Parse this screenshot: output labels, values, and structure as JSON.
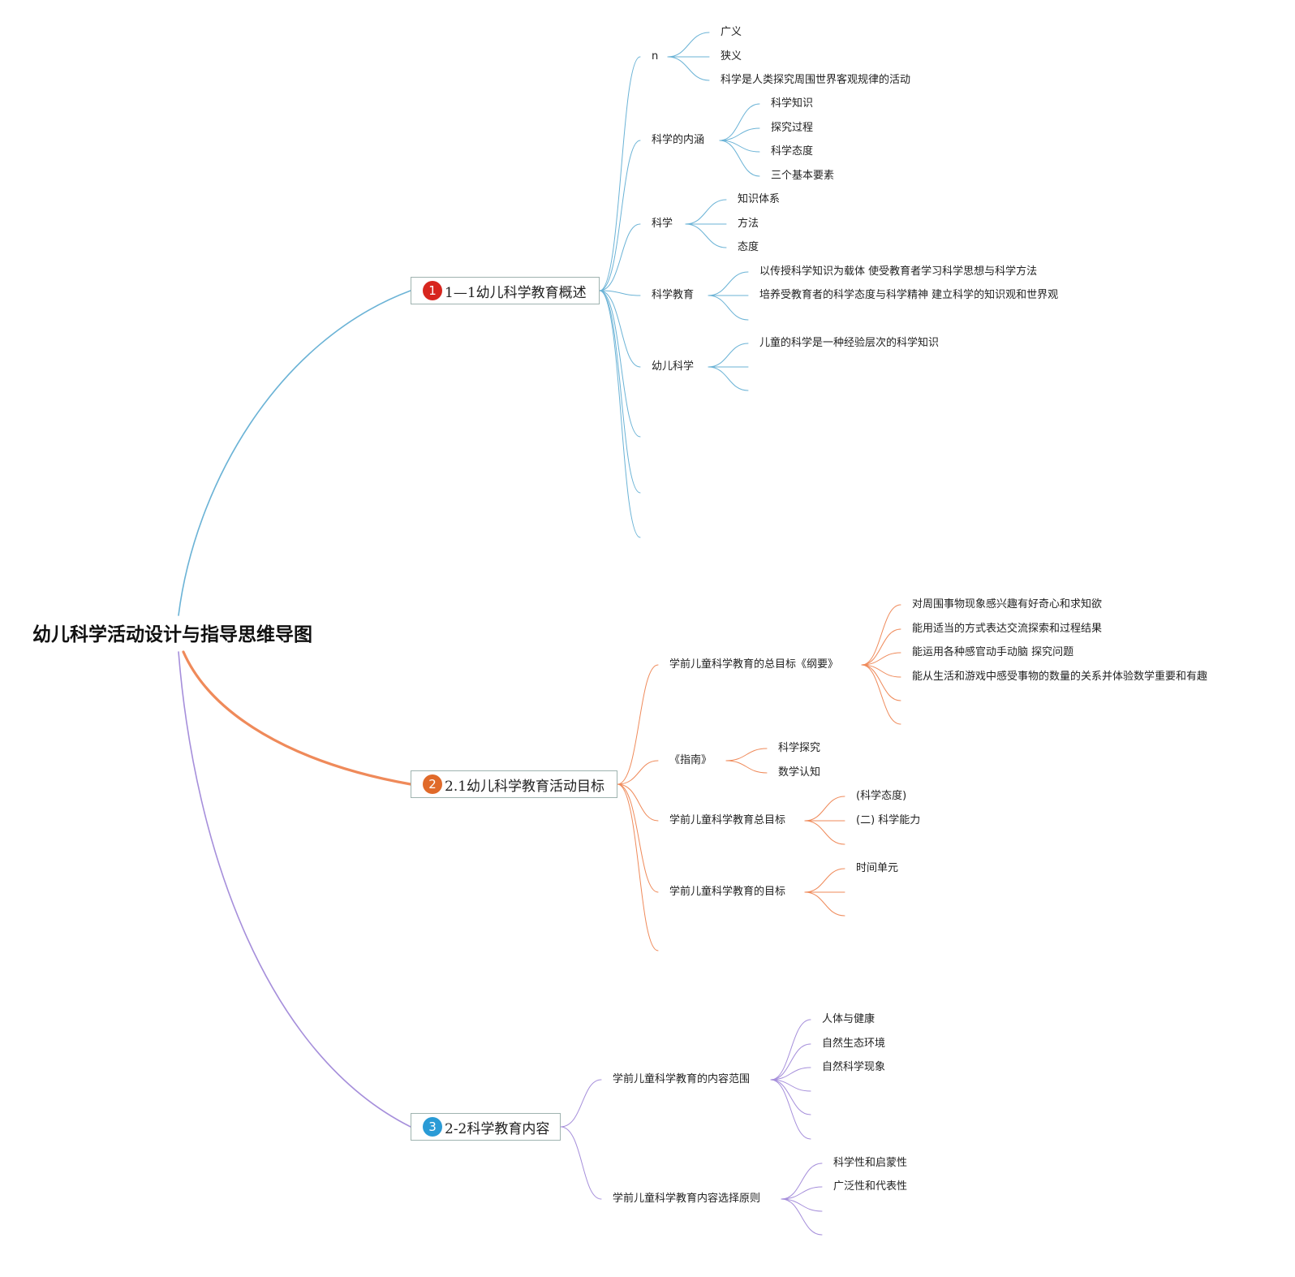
{
  "root": {
    "title": "幼儿科学活动设计与指导思维导图"
  },
  "colors": {
    "branch1": "#6bb3d6",
    "branch2": "#ef8a5a",
    "branch3": "#a68fdb",
    "badge1": "#d7261e",
    "badge2": "#e06a2a",
    "badge3": "#2a9bd6",
    "node_border": "#9fb3b0"
  },
  "branches": [
    {
      "id": "b1",
      "number": "1",
      "label": "1—1幼儿科学教育概述",
      "children": [
        {
          "label": "n",
          "children": [
            "广义",
            "狭义",
            "科学是人类探究周围世界客观规律的活动"
          ]
        },
        {
          "label": "科学的内涵",
          "children": [
            "科学知识",
            "探究过程",
            "科学态度",
            "三个基本要素"
          ]
        },
        {
          "label": "科学",
          "children": [
            "知识体系",
            "方法",
            "态度"
          ]
        },
        {
          "label": "科学教育",
          "children": [
            "以传授科学知识为载体 使受教育者学习科学思想与科学方法",
            "培养受教育者的科学态度与科学精神 建立科学的知识观和世界观",
            ""
          ]
        },
        {
          "label": "幼儿科学",
          "children": [
            "儿童的科学是一种经验层次的科学知识",
            "",
            ""
          ]
        },
        {
          "label": "",
          "children": []
        },
        {
          "label": "",
          "children": []
        },
        {
          "label": "",
          "children": []
        }
      ]
    },
    {
      "id": "b2",
      "number": "2",
      "label": "2.1幼儿科学教育活动目标",
      "children": [
        {
          "label": "学前儿童科学教育的总目标《纲要》",
          "children": [
            "对周围事物现象感兴趣有好奇心和求知欲",
            "能用适当的方式表达交流探索和过程结果",
            "能运用各种感官动手动脑 探究问题",
            "能从生活和游戏中感受事物的数量的关系并体验数学重要和有趣",
            "",
            ""
          ]
        },
        {
          "label": "《指南》",
          "children": [
            "科学探究",
            "数学认知"
          ]
        },
        {
          "label": "学前儿童科学教育总目标",
          "children": [
            "(科学态度)",
            "(二) 科学能力",
            ""
          ]
        },
        {
          "label": "学前儿童科学教育的目标",
          "children": [
            "时间单元",
            "",
            ""
          ]
        },
        {
          "label": "",
          "children": []
        }
      ]
    },
    {
      "id": "b3",
      "number": "3",
      "label": "2-2科学教育内容",
      "children": [
        {
          "label": "学前儿童科学教育的内容范围",
          "children": [
            "人体与健康",
            "自然生态环境",
            "自然科学现象",
            "",
            "",
            ""
          ]
        },
        {
          "label": "学前儿童科学教育内容选择原则",
          "children": [
            "科学性和启蒙性",
            "广泛性和代表性",
            "",
            ""
          ]
        }
      ]
    }
  ]
}
